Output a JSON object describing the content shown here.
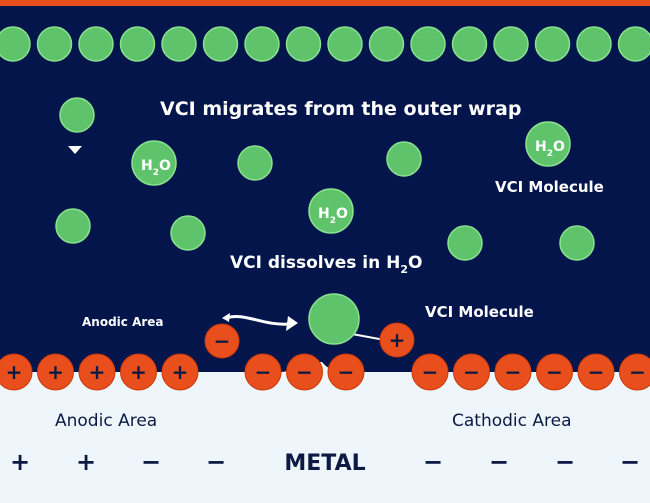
{
  "colors": {
    "navy": "#03154a",
    "orange": "#e84f1c",
    "orange_stroke": "#c93a0c",
    "green": "#5fc36b",
    "green_stroke": "#8ae28f",
    "metal_bg": "#eef6fb",
    "dark_text": "#0c1a44",
    "white": "#ffffff"
  },
  "labels": {
    "migrates": "VCI migrates from the outer wrap",
    "dissolves_prefix": "VCI dissolves in H",
    "dissolves_sub": "2",
    "dissolves_suffix": "O",
    "vci_molecule_top": "VCI Molecule",
    "vci_molecule_bottom": "VCI Molecule",
    "anodic_area_top": "Anodic Area",
    "anodic_area_bottom": "Anodic Area",
    "cathodic_area": "Cathodic Area",
    "metal": "METAL"
  },
  "h2o": {
    "main": "H",
    "sub": "2",
    "tail": "O"
  },
  "metal_signs": [
    "+",
    "+",
    "−",
    "−",
    "−",
    "−",
    "−",
    "−"
  ],
  "surface_ions": {
    "anodic": [
      "+",
      "+",
      "+",
      "+",
      "+"
    ],
    "cathodic_left": [
      "−",
      "−",
      "−"
    ],
    "cathodic_right": [
      "−",
      "−",
      "−",
      "−",
      "−",
      "−"
    ]
  },
  "free_ions": {
    "negative": "−",
    "positive": "+"
  },
  "wrap_molecule_count": 16
}
